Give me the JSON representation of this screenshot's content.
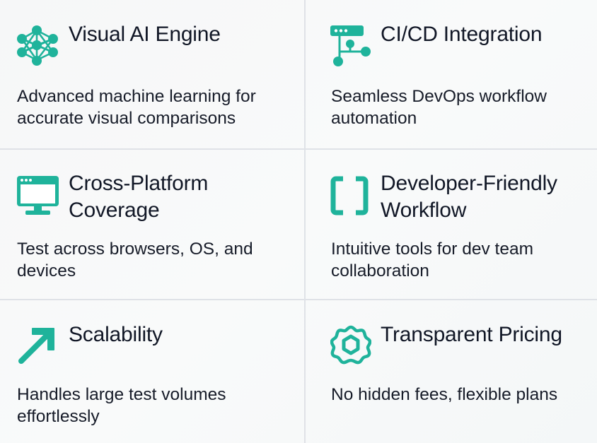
{
  "theme": {
    "accent": "#1fb39b",
    "text": "#111726",
    "divider": "#dfe2e7",
    "background": "#f7f8f9"
  },
  "features": [
    {
      "title_lines": [
        "Visual AI Engine"
      ],
      "desc_lines": [
        "Advanced machine learning for",
        "accurate visual comparisons"
      ],
      "icon": "neural-network-icon"
    },
    {
      "title_lines": [
        "CI/CD Integration"
      ],
      "desc_lines": [
        "Seamless DevOps workflow",
        "automation"
      ],
      "icon": "pipeline-icon"
    },
    {
      "title_lines": [
        "Cross-Platform",
        "Coverage"
      ],
      "desc_lines": [
        "Test across browsers, OS, and",
        "devices"
      ],
      "icon": "monitor-icon"
    },
    {
      "title_lines": [
        "Developer-Friendly",
        "Workflow"
      ],
      "desc_lines": [
        "Intuitive tools for dev team",
        "collaboration"
      ],
      "icon": "brackets-icon"
    },
    {
      "title_lines": [
        "Scalability"
      ],
      "desc_lines": [
        "Handles large test volumes",
        "effortlessly"
      ],
      "icon": "arrow-up-right-icon"
    },
    {
      "title_lines": [
        "Transparent Pricing"
      ],
      "desc_lines": [
        "No hidden fees, flexible plans"
      ],
      "icon": "gear-hexagon-icon"
    }
  ]
}
